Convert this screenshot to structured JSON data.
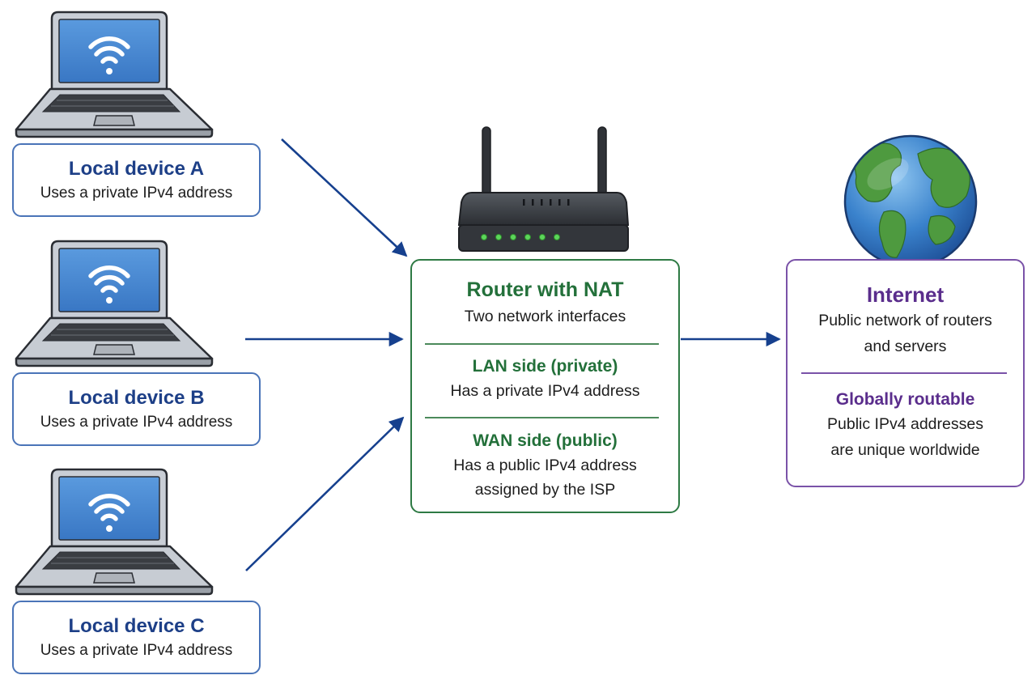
{
  "colors": {
    "device_accent": "#1d3f87",
    "router_accent": "#23703a",
    "internet_accent": "#5a2d8c",
    "arrow": "#16408e"
  },
  "devices": [
    {
      "title": "Local device A",
      "desc": "Uses a private IPv4 address",
      "icon": "laptop-wifi-icon"
    },
    {
      "title": "Local device B",
      "desc": "Uses a private IPv4 address",
      "icon": "laptop-wifi-icon"
    },
    {
      "title": "Local device C",
      "desc": "Uses a private IPv4 address",
      "icon": "laptop-wifi-icon"
    }
  ],
  "router": {
    "icon": "router-icon",
    "title": "Router with NAT",
    "subtitle": "Two network interfaces",
    "lan": {
      "title": "LAN side (private)",
      "desc": "Has a private IPv4 address"
    },
    "wan": {
      "title": "WAN side (public)",
      "desc_line1": "Has a public IPv4 address",
      "desc_line2": "assigned by the ISP"
    }
  },
  "internet": {
    "icon": "globe-icon",
    "title": "Internet",
    "desc_line1": "Public network of routers",
    "desc_line2": "and servers",
    "sub_title": "Globally routable",
    "sub_line1": "Public IPv4 addresses",
    "sub_line2": "are unique worldwide"
  }
}
